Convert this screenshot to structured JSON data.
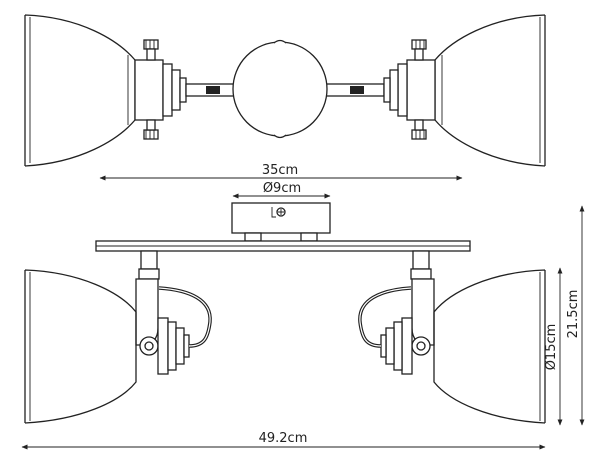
{
  "diagram": {
    "dimensions": {
      "top_width": "35cm",
      "base_diameter": "Ø9cm",
      "total_width": "49.2cm",
      "shade_diameter": "Ø15cm",
      "height": "21.5cm"
    },
    "colors": {
      "line": "#222222",
      "background": "#ffffff"
    }
  }
}
